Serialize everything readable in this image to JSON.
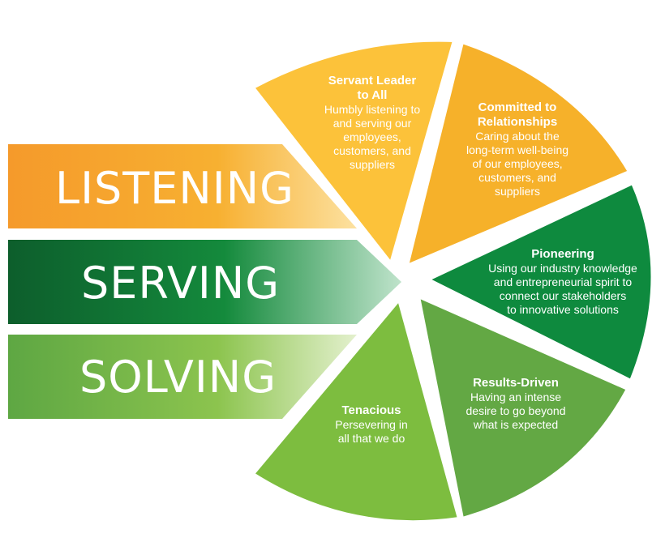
{
  "arrows": [
    {
      "label": "LISTENING"
    },
    {
      "label": "SERVING"
    },
    {
      "label": "SOLVING"
    }
  ],
  "wedges": [
    {
      "title": [
        "Servant Leader",
        "to All"
      ],
      "body": [
        "Humbly listening to",
        "and serving our",
        "employees,",
        "customers, and",
        "suppliers"
      ]
    },
    {
      "title": [
        "Committed to",
        "Relationships"
      ],
      "body": [
        "Caring about the",
        "long-term well-being",
        "of our employees,",
        "customers, and",
        "suppliers"
      ]
    },
    {
      "title": [
        "Pioneering"
      ],
      "body": [
        "Using our industry knowledge",
        "and entrepreneurial spirit to",
        "connect our stakeholders",
        "to innovative solutions"
      ]
    },
    {
      "title": [
        "Results-Driven"
      ],
      "body": [
        "Having an intense",
        "desire to go beyond",
        "what is expected"
      ]
    },
    {
      "title": [
        "Tenacious"
      ],
      "body": [
        "Persevering in",
        "all that we do"
      ]
    }
  ],
  "colors": {
    "yellow_light": "#fcc23a",
    "yellow": "#f6b12a",
    "orange": "#f59a2b",
    "green_dark": "#0e8a3e",
    "green_mid": "#63a844",
    "green_light": "#7dbd3f"
  }
}
